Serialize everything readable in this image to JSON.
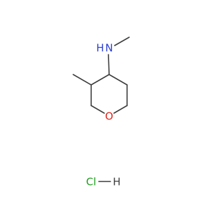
{
  "molecule": {
    "atoms": {
      "nitrogen": {
        "element": "N",
        "hydrogen": "H",
        "color": "#2a3dd6"
      },
      "oxygen": {
        "element": "O",
        "color": "#e0261e"
      },
      "chlorine": {
        "element": "Cl",
        "color": "#1e9e1e"
      },
      "hydrogen_salt": {
        "element": "H",
        "color": "#3d3d3d"
      }
    },
    "bond_color": "#3d3d3d"
  }
}
